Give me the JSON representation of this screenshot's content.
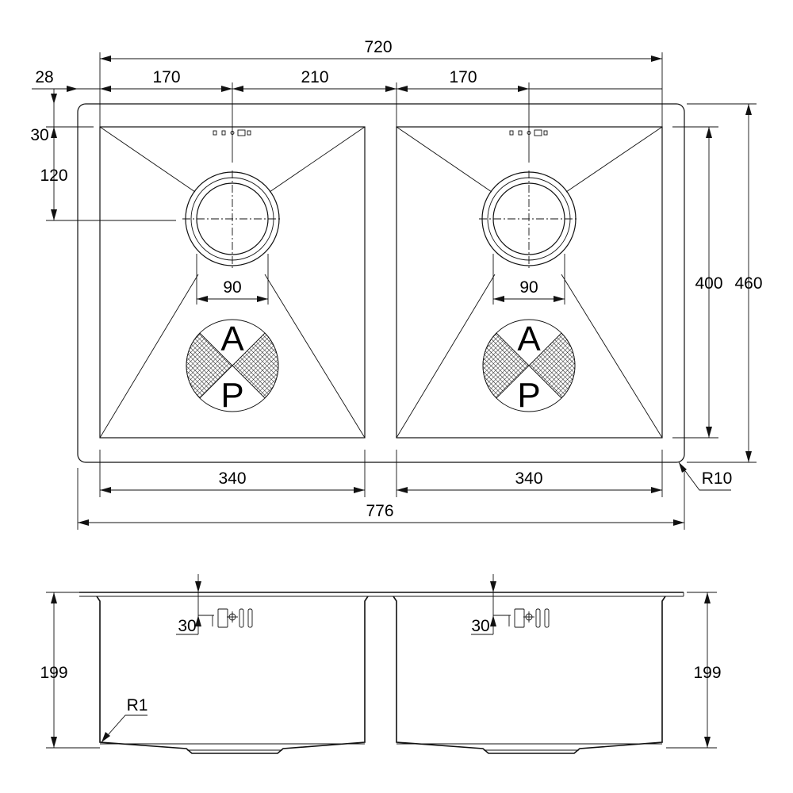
{
  "plan_view": {
    "dimensions": {
      "overall_inner_width": "720",
      "offset_left": "28",
      "waste_left": "170",
      "waste_between": "210",
      "waste_right": "170",
      "offset_top": "30",
      "waste_from_top": "120",
      "bowl_length": "400",
      "overall_length": "460",
      "waste_diameter_left": "90",
      "waste_diameter_right": "90",
      "bowl_width_left": "340",
      "bowl_width_right": "340",
      "overall_width": "776",
      "corner_radius": "R10"
    },
    "logo": {
      "letter_top": "A",
      "letter_bottom": "P"
    }
  },
  "section_view": {
    "dimensions": {
      "depth_left": "199",
      "depth_right": "199",
      "overflow_offset_left": "30",
      "overflow_offset_right": "30",
      "inner_radius": "R1"
    }
  }
}
